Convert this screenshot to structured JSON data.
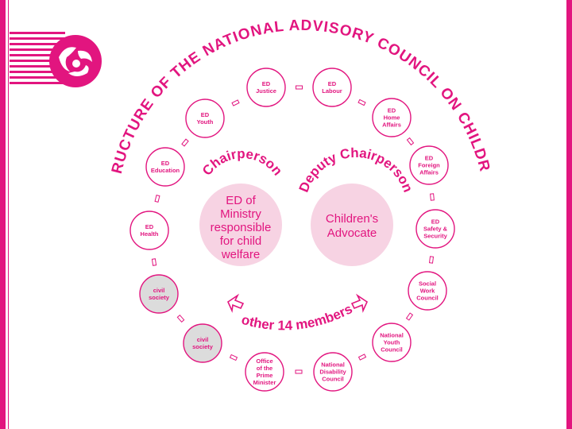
{
  "colors": {
    "accent": "#e2157f",
    "civil_fill": "#dcdcdc",
    "inner_fill": "#f7d3e3"
  },
  "title": "STRUCTURE OF THE NATIONAL ADVISORY COUNCIL ON CHILDREN",
  "chairperson": {
    "label": "Chairperson",
    "lines": [
      "ED of",
      "Ministry",
      "responsible",
      "for child",
      "welfare"
    ]
  },
  "deputy": {
    "label": "Deputy Chairperson",
    "lines": [
      "Children's",
      "Advocate"
    ]
  },
  "members_label": "other 14 members",
  "members": [
    {
      "id": "justice",
      "lines": [
        "ED",
        "Justice"
      ],
      "civil": false
    },
    {
      "id": "labour",
      "lines": [
        "ED",
        "Labour"
      ],
      "civil": false
    },
    {
      "id": "home-affairs",
      "lines": [
        "ED",
        "Home",
        "Affairs"
      ],
      "civil": false
    },
    {
      "id": "foreign-affairs",
      "lines": [
        "ED",
        "Foreign",
        "Affairs"
      ],
      "civil": false
    },
    {
      "id": "safety-security",
      "lines": [
        "ED",
        "Safety &",
        "Security"
      ],
      "civil": false
    },
    {
      "id": "social-work-council",
      "lines": [
        "Social",
        "Work",
        "Council"
      ],
      "civil": false
    },
    {
      "id": "national-youth-council",
      "lines": [
        "National",
        "Youth",
        "Council"
      ],
      "civil": false
    },
    {
      "id": "national-disability-council",
      "lines": [
        "National",
        "Disability",
        "Council"
      ],
      "civil": false
    },
    {
      "id": "office-prime-minister",
      "lines": [
        "Office",
        "of the",
        "Prime",
        "Minister"
      ],
      "civil": false
    },
    {
      "id": "civil-society-2",
      "lines": [
        "civil",
        "society"
      ],
      "civil": true
    },
    {
      "id": "civil-society-1",
      "lines": [
        "civil",
        "society"
      ],
      "civil": true
    },
    {
      "id": "health",
      "lines": [
        "ED",
        "Health"
      ],
      "civil": false
    },
    {
      "id": "education",
      "lines": [
        "ED",
        "Education"
      ],
      "civil": false
    },
    {
      "id": "youth",
      "lines": [
        "ED",
        "Youth"
      ],
      "civil": false
    }
  ]
}
